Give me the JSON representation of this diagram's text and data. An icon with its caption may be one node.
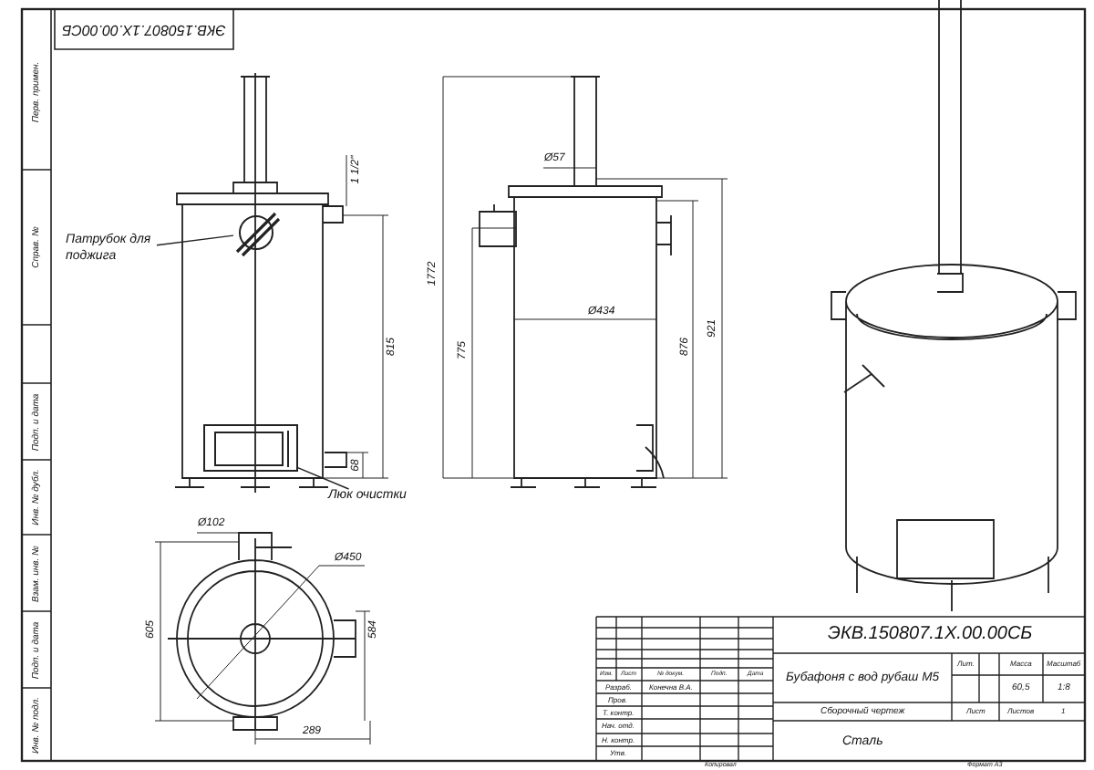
{
  "diagram": {
    "nodes": [
      {
        "text": [
          "Патрубок для поджига"
        ]
      },
      {
        "text": [],
        "shape": "circle"
      },
      {
        "text": [
          "Люк очистки"
        ]
      },
      {
        "text": [],
        "shape": "box"
      }
    ],
    "edges": [
      {
        "from": 0,
        "to": 1,
        "arrow": "none"
      },
      {
        "from": 2,
        "to": 3,
        "arrow": "none"
      }
    ],
    "labels": [
      "Перв. примен.",
      "Справ. №",
      "Подп. и дата",
      "Инв. № дубл.",
      "Взам. инв. №",
      "Подп. и дата",
      "Инв. № подл.",
      "ЭКВ.150807.1Х.00.00СБ",
      "1 1/2\"",
      "Ø57",
      "1772",
      "815",
      "775",
      "Ø434",
      "876",
      "921",
      "68",
      "Ø102",
      "Ø450",
      "605",
      "584",
      "289",
      "ЭКВ.150807.1Х.00.00СБ",
      "Изм.",
      "Лист",
      "№ докум.",
      "Подп.",
      "Дата",
      "Разраб.",
      "Конечна В.А.",
      "Пров.",
      "Т. контр.",
      "Нач. отд.",
      "Н. контр.",
      "Утв.",
      "Бубафоня с вод рубаш М5",
      "Лит.",
      "Масса",
      "Масштаб",
      "60,5",
      "1:8",
      "Сборочный чертеж",
      "Лист",
      "Листов",
      "1",
      "Сталь",
      "Копировал",
      "Формат А3"
    ]
  }
}
